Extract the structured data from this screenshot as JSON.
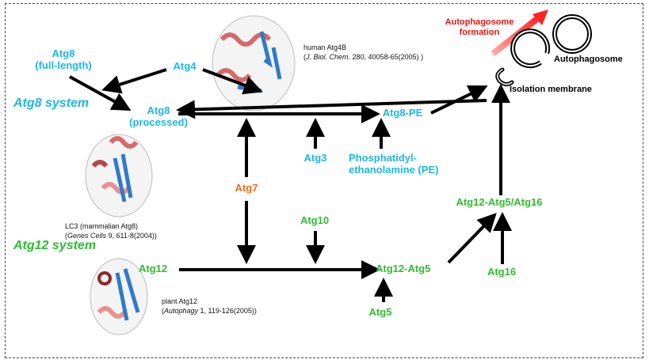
{
  "colors": {
    "atg8_system": "#1ab8e6",
    "atg12_system": "#2ebd2e",
    "atg7": "#f06a14",
    "autophagosome_formation": "#ee1111",
    "arrows": "#000000"
  },
  "systems": {
    "atg8": "Atg8 system",
    "atg12": "Atg12 system"
  },
  "nodes": {
    "atg8_full": [
      "Atg8",
      "(full-length)"
    ],
    "atg4": "Atg4",
    "atg8_processed": [
      "Atg8",
      "(processed)"
    ],
    "atg8_pe": "Atg8-PE",
    "atg3": "Atg3",
    "pe": [
      "Phosphatidyl-",
      "ethanolamine (PE)"
    ],
    "atg7": "Atg7",
    "atg10": "Atg10",
    "atg12": "Atg12",
    "atg12_atg5": "Atg12-Atg5",
    "atg5": "Atg5",
    "atg12_atg5_atg16": "Atg12-Atg5/Atg16",
    "atg16": "Atg16"
  },
  "membranes": {
    "formation": [
      "Autophagosome",
      "formation"
    ],
    "autophagosome": "Autophagosome",
    "isolation_membrane": "Isolation membrane"
  },
  "structures": {
    "human_atg4b": {
      "name": "human Atg4B",
      "journal": "J. Biol. Chem.",
      "ref": " 280, 40058-65(2005) )"
    },
    "lc3": {
      "name": "LC3 (mammalian Atg8)",
      "journal": "Genes Cells",
      "ref": " 9, 611-8(2004))"
    },
    "plant_atg12": {
      "name": "plant Atg12",
      "journal": "Autophagy",
      "ref": " 1, 119-126(2005))"
    }
  }
}
